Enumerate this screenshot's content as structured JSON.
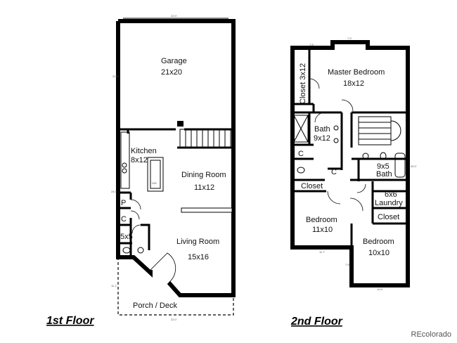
{
  "floors": {
    "first": {
      "title": "1st Floor",
      "rooms": {
        "garage_name": "Garage",
        "garage_size": "21x20",
        "kitchen_name": "Kitchen",
        "kitchen_size": "8x12",
        "dining_name": "Dining Room",
        "dining_size": "11x12",
        "living_name": "Living Room",
        "living_size": "15x16",
        "pantry": "P",
        "closet": "C",
        "half_bath": "5x5",
        "porch": "Porch / Deck",
        "dw": "DW"
      },
      "dims": {
        "top": "22.0'",
        "garage_side": "21.0'",
        "left_side": "24.0'",
        "porch_side": "11.1'",
        "bottom": "22.0'"
      }
    },
    "second": {
      "title": "2nd Floor",
      "rooms": {
        "master_name": "Master Bedroom",
        "master_size": "18x12",
        "closet_3x12": "Closet 3x12",
        "bath_name": "Bath",
        "bath_size": "9x12",
        "c1": "C",
        "c2": "C",
        "bath2_size": "9x5",
        "bath2_name": "Bath",
        "closet_left": "Closet",
        "laundry_size": "6x6",
        "laundry_name": "Laundry",
        "closet_right": "Closet",
        "bedroom1_name": "Bedroom",
        "bedroom1_size": "11x10",
        "bedroom2_name": "Bedroom",
        "bedroom2_size": "10x10"
      },
      "dims": {
        "top_left": "7.5'",
        "top_mid": "7.0'",
        "right_side": "40.0'",
        "bottom_left": "11.7'",
        "bottom_right": "10.5'",
        "bottom_step": "7.5'"
      }
    }
  },
  "watermark": "REcolorado"
}
